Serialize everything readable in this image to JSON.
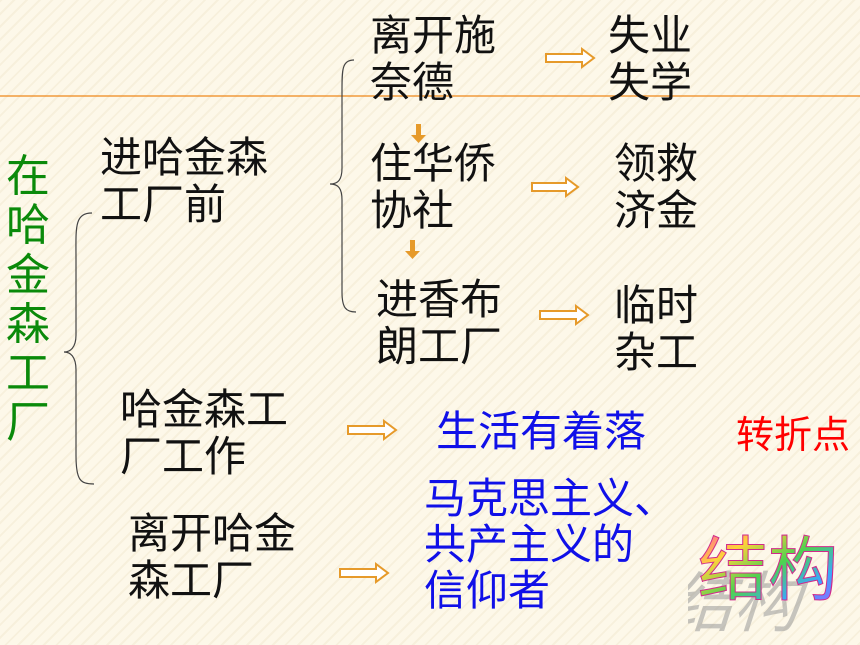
{
  "colors": {
    "accent_line": "#f08a1e",
    "arrow": "#e69a2a",
    "root_text": "#0a8a0a",
    "blue_text": "#1010e8",
    "red_text": "#ff0000"
  },
  "root": "在\n哈\n金\n森\n工\n厂",
  "branch_before": {
    "label": "进哈金森\n工厂前",
    "steps": [
      {
        "label": "离开施\n奈德",
        "result": "失业\n失学"
      },
      {
        "label": "住华侨\n协社",
        "result": "领救\n济金"
      },
      {
        "label": "进香布\n朗工厂",
        "result": "临时\n杂工"
      }
    ]
  },
  "branch_work": {
    "label": "哈金森工\n厂工作",
    "result": "生活有着落",
    "note": "转折点"
  },
  "branch_leave": {
    "label": "离开哈金\n森工厂",
    "result": "马克思主义、\n共产主义的\n信仰者"
  },
  "logo_text": "结构"
}
